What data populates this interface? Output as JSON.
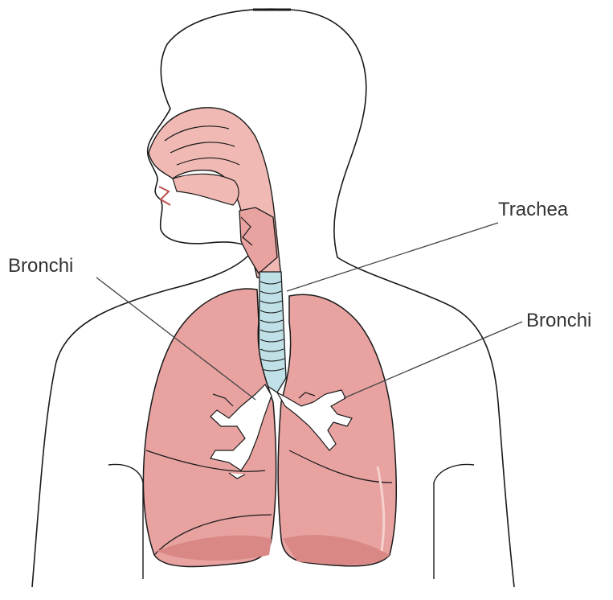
{
  "labels": {
    "trachea": "Trachea",
    "bronchi_left": "Bronchi",
    "bronchi_right": "Bronchi"
  },
  "colors": {
    "outline": "#1a1a1a",
    "lung_fill": "#e8a3a1",
    "lung_shade": "#d98886",
    "airway_fill": "#f1b9b4",
    "trachea_fill": "#bfe0e6",
    "bronchi_fill": "#ffffff",
    "leader_line": "#444444"
  }
}
